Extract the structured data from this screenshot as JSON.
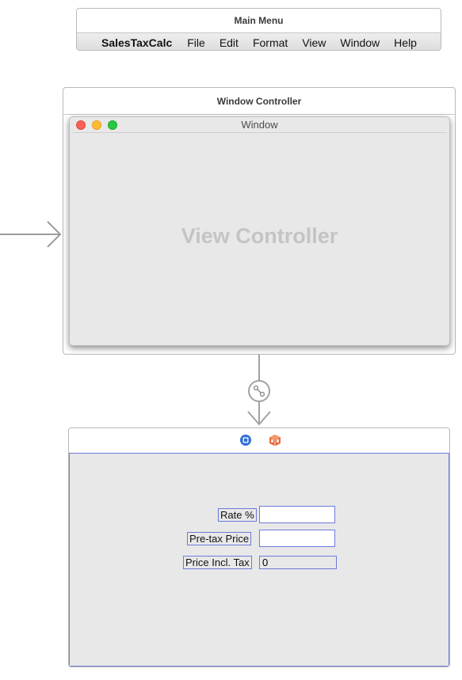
{
  "main_menu": {
    "scene_title": "Main Menu",
    "items": [
      "SalesTaxCalc",
      "File",
      "Edit",
      "Format",
      "View",
      "Window",
      "Help"
    ]
  },
  "window_controller": {
    "scene_title": "Window Controller",
    "window_title": "Window",
    "content_placeholder": "View Controller"
  },
  "view_controller": {
    "header_icons": [
      "view-controller-icon",
      "first-responder-cube-icon"
    ],
    "form": {
      "rate_label": "Rate %",
      "rate_value": "",
      "pretax_label": "Pre-tax Price",
      "pretax_value": "",
      "incl_label": "Price Incl. Tax",
      "incl_value": "0"
    }
  },
  "colors": {
    "selection_outline": "#6d7bd8",
    "close": "#fc5f57",
    "minimize": "#fdbc2e",
    "zoom": "#28c840",
    "cube": "#e8693a",
    "vc_icon": "#2f6fd6"
  }
}
